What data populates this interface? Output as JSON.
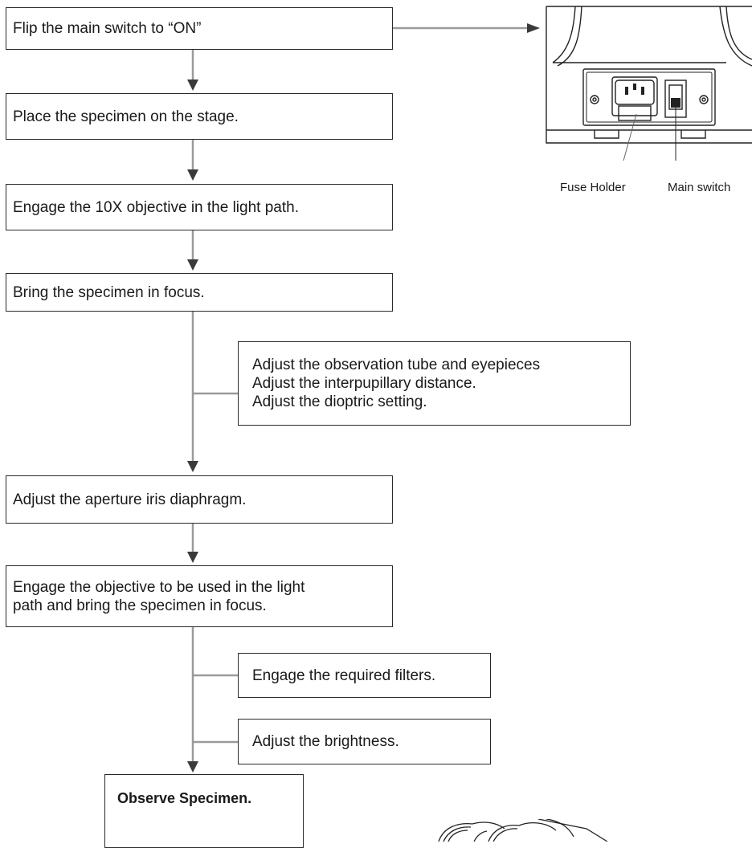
{
  "steps": {
    "main_switch": "Flip the main switch to “ON”",
    "place_specimen": "Place the specimen on the stage.",
    "engage_10x": "Engage the 10X objective in the light path.",
    "bring_focus": "Bring the specimen in focus.",
    "adjust_tube": [
      "Adjust the observation tube and eyepieces",
      "Adjust the interpupillary distance.",
      "Adjust the dioptric setting."
    ],
    "aperture": "Adjust the aperture iris diaphragm.",
    "engage_objective": [
      "Engage the objective to be used in the light",
      "path and bring the specimen in focus."
    ],
    "filters": "Engage the required filters.",
    "brightness": "Adjust the brightness.",
    "observe": "Observe Specimen."
  },
  "figure_labels": {
    "fuse_holder": "Fuse Holder",
    "main_switch": "Main switch"
  }
}
